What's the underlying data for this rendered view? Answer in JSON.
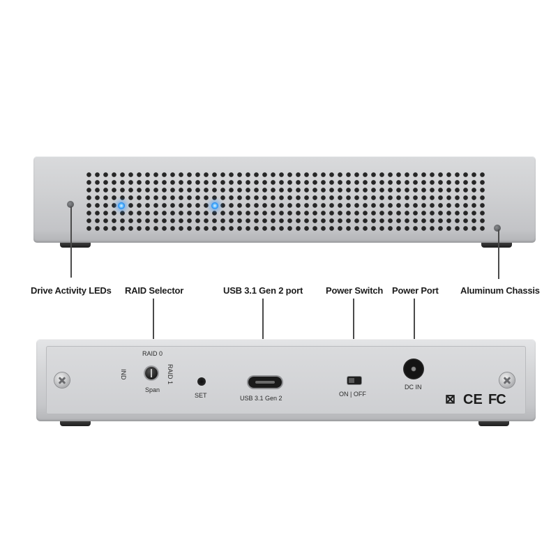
{
  "callouts": {
    "drive_activity_leds": "Drive Activity LEDs",
    "raid_selector": "RAID Selector",
    "usb_port": "USB 3.1 Gen 2 port",
    "power_switch": "Power Switch",
    "power_port": "Power Port",
    "aluminum_chassis": "Aluminum Chassis"
  },
  "rear_panel": {
    "raid_dial": {
      "top": "RAID 0",
      "left": "IND",
      "right": "RAID 1",
      "bottom": "Span"
    },
    "set_label": "SET",
    "usb_label": "USB 3.1 Gen 2",
    "switch_label": "ON | OFF",
    "dc_label": "DC IN",
    "certifications": {
      "weee": "⊠",
      "ce": "CE",
      "fcc": "FC"
    }
  },
  "colors": {
    "chassis": "#d0d1d3",
    "led": "#3fa0ff",
    "callout_line": "#4a4a4a"
  }
}
